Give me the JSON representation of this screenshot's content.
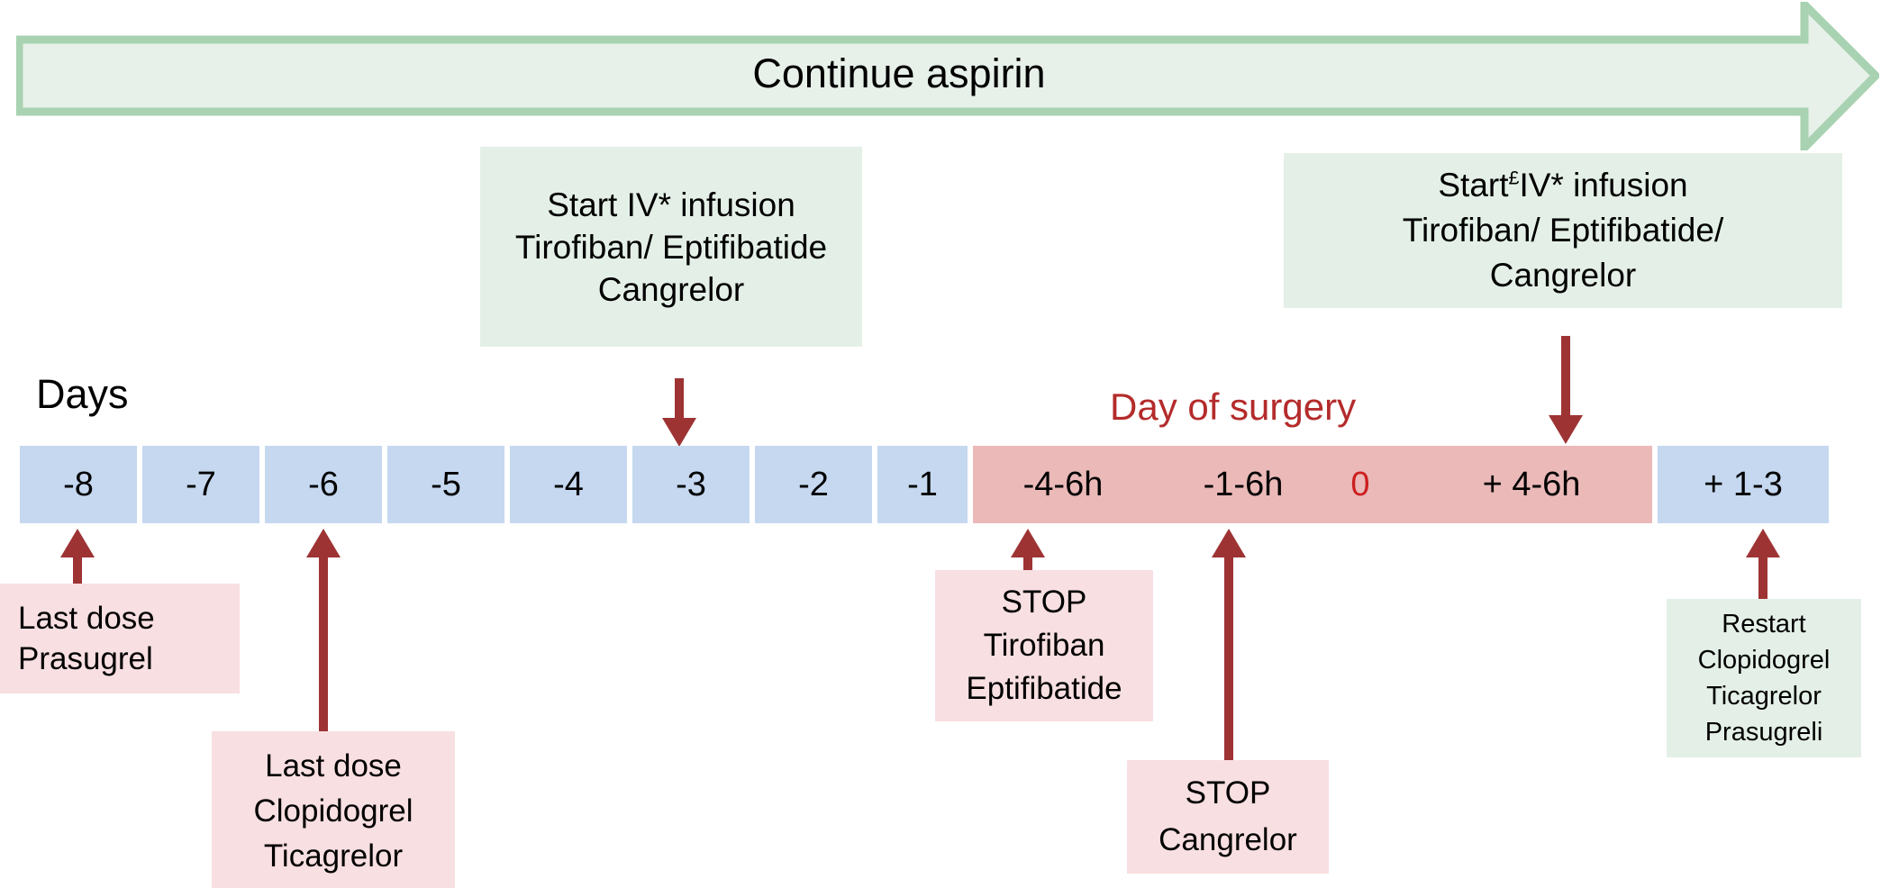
{
  "banner": {
    "label": "Continue aspirin",
    "fill": "#e4f0e7",
    "stroke": "#a5d0ae"
  },
  "colors": {
    "blue_cell": "#c5d8f0",
    "red_segment": "#eab9b8",
    "green_box": "#e4f0e7",
    "pink_box": "#f8dfe1",
    "arrow_red": "#9e3334",
    "surgery_text": "#b42b2b",
    "zero_text": "#cc1f20"
  },
  "axis": {
    "days_label": "Days",
    "surgery_label": "Day of surgery",
    "day_cells": [
      "-8",
      "-7",
      "-6",
      "-5",
      "-4",
      "-3",
      "-2",
      "-1"
    ],
    "surgery_cells": [
      "-4-6h",
      "-1-6h",
      "0",
      "+ 4-6h"
    ],
    "post_cells": [
      "+ 1-3"
    ]
  },
  "notes": {
    "start_iv_left": {
      "lines": [
        "Start IV* infusion",
        "Tirofiban/ Eptifibatide",
        "Cangrelor"
      ],
      "type": "green"
    },
    "start_iv_right": {
      "lines": [
        "Start",
        "IV* infusion",
        "Tirofiban/ Eptifibatide/",
        "Cangrelor"
      ],
      "superscript": "£",
      "type": "green"
    },
    "last_dose_prasugrel": {
      "lines": [
        "Last dose",
        "Prasugrel"
      ],
      "type": "pink"
    },
    "last_dose_clopidogrel": {
      "lines": [
        "Last dose",
        "Clopidogrel",
        "Ticagrelor"
      ],
      "type": "pink"
    },
    "stop_tirofiban": {
      "lines": [
        "STOP",
        "Tirofiban",
        "Eptifibatide"
      ],
      "type": "pink"
    },
    "stop_cangrelor": {
      "lines": [
        "STOP",
        "Cangrelor"
      ],
      "type": "pink"
    },
    "restart": {
      "lines": [
        "Restart",
        "Clopidogrel",
        "Ticagrelor",
        "Prasugreli"
      ],
      "type": "green"
    }
  }
}
